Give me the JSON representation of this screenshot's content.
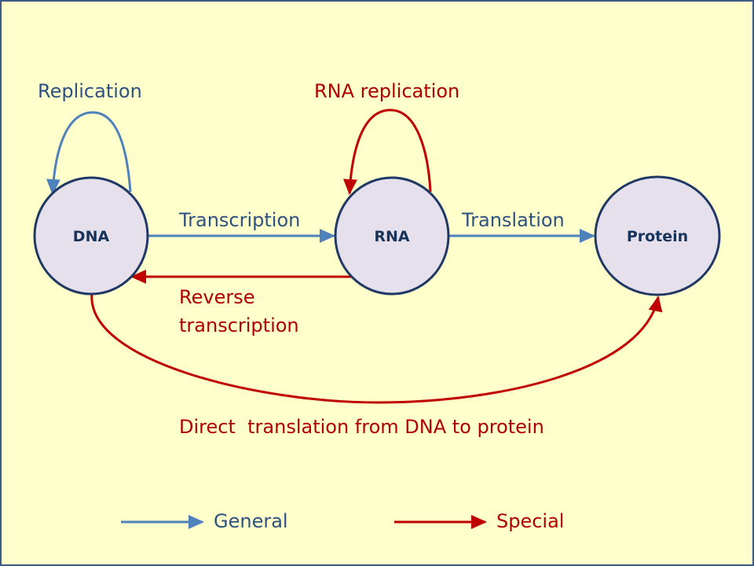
{
  "diagram": {
    "title": "Central dogma information flow",
    "colors": {
      "background": "#ffffcc",
      "frame": "#3b5b87",
      "general": "#4f81bd",
      "special": "#c00000",
      "node_fill": "#e6e0ec",
      "node_stroke": "#1f3864",
      "node_text": "#17335a"
    },
    "nodes": [
      {
        "id": "dna",
        "label": "DNA"
      },
      {
        "id": "rna",
        "label": "RNA"
      },
      {
        "id": "protein",
        "label": "Protein"
      }
    ],
    "edges": [
      {
        "id": "replication",
        "from": "dna",
        "to": "dna",
        "label": "Replication",
        "type": "general"
      },
      {
        "id": "rna-replication",
        "from": "rna",
        "to": "rna",
        "label": "RNA replication",
        "type": "special"
      },
      {
        "id": "transcription",
        "from": "dna",
        "to": "rna",
        "label": "Transcription",
        "type": "general"
      },
      {
        "id": "translation",
        "from": "rna",
        "to": "protein",
        "label": "Translation",
        "type": "general"
      },
      {
        "id": "reverse-transcription",
        "from": "rna",
        "to": "dna",
        "label_lines": [
          "Reverse",
          "transcription"
        ],
        "type": "special"
      },
      {
        "id": "direct-translation",
        "from": "dna",
        "to": "protein",
        "label": "Direct  translation from DNA to protein",
        "type": "special"
      }
    ],
    "legend": [
      {
        "label": "General",
        "type": "general"
      },
      {
        "label": "Special",
        "type": "special"
      }
    ]
  }
}
